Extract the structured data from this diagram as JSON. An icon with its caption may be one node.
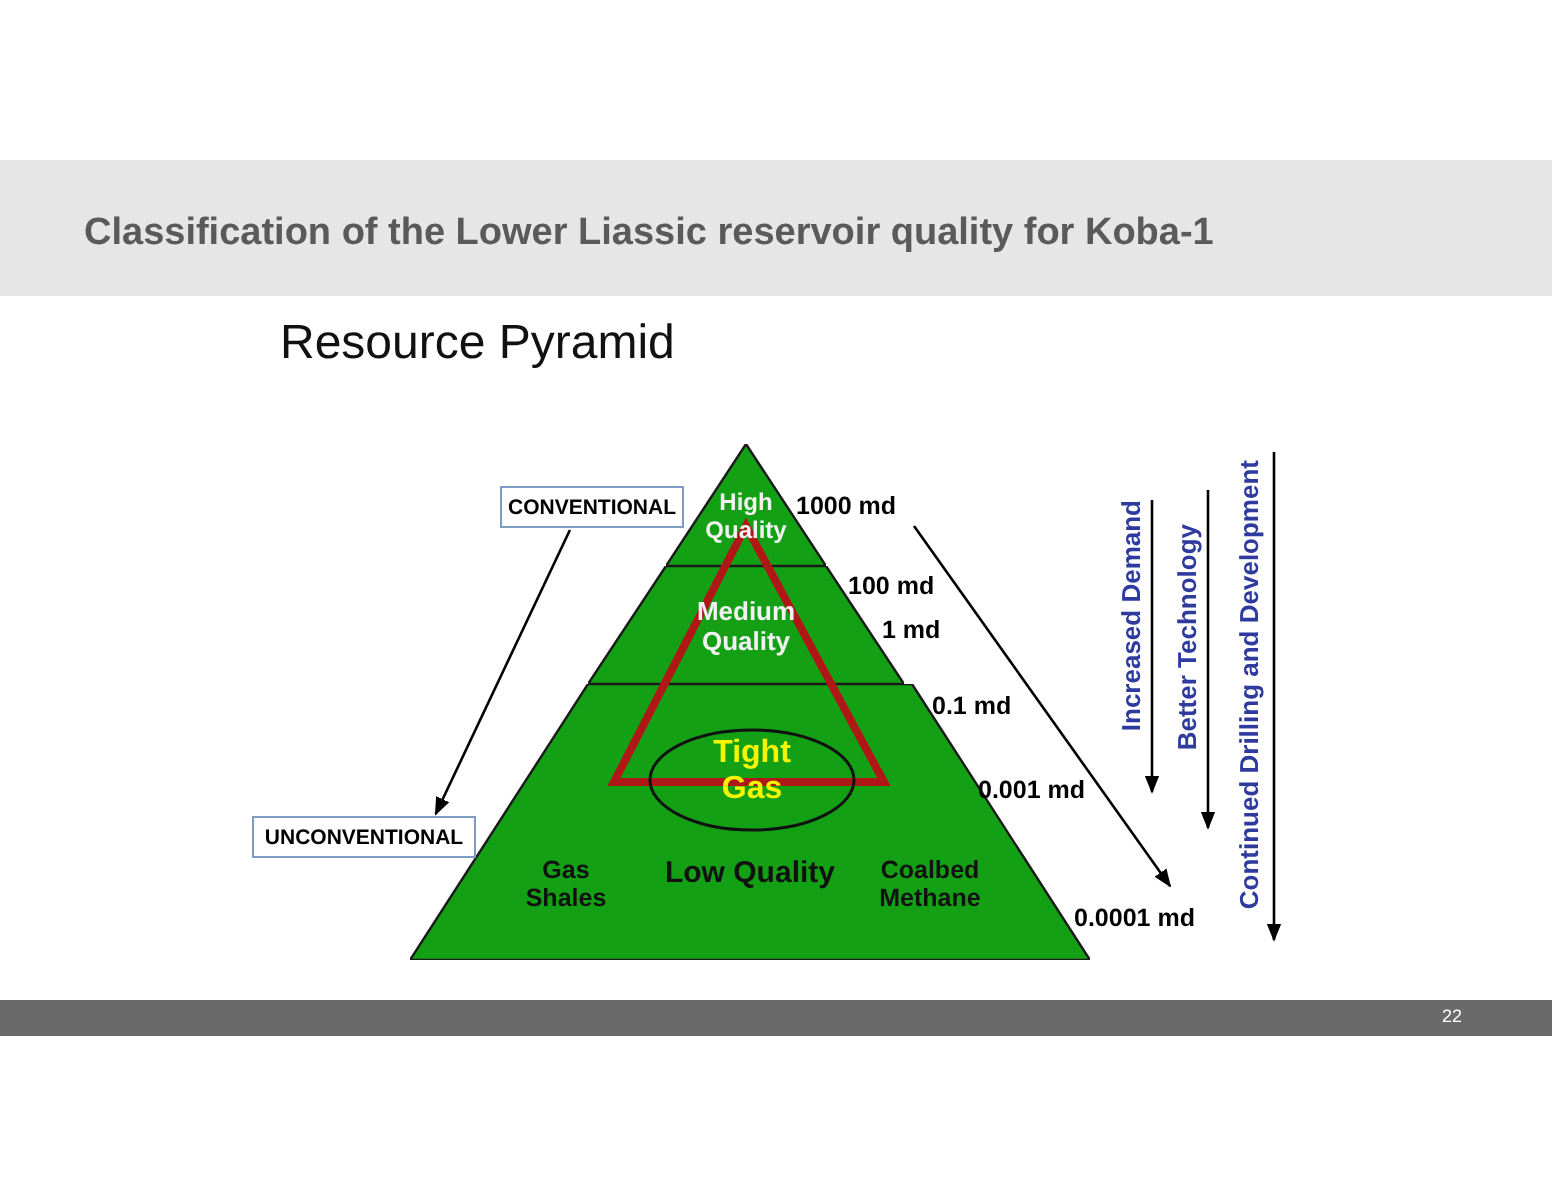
{
  "diagram": {
    "title": "Classification of the Lower Liassic reservoir quality for Koba-1",
    "nodes": [
      {
        "text": [
          "High Quality"
        ]
      },
      {
        "text": [
          "Medium Quality"
        ]
      },
      {
        "text": [
          "Gas Shales",
          "Low Quality",
          "Coalbed Methane"
        ]
      },
      {
        "text": [
          "Tight Gas"
        ],
        "in": 2
      },
      {
        "text": [
          "CONVENTIONAL"
        ]
      },
      {
        "text": [
          "UNCONVENTIONAL"
        ]
      }
    ],
    "edges": [
      {
        "from": 4,
        "to": 5,
        "arrow": "to"
      }
    ],
    "labels": [
      "Resource Pyramid",
      "1000 md",
      "100 md",
      "1 md",
      "0.1 md",
      "0.001 md",
      "0.0001 md",
      "Increased Demand",
      "Better Technology",
      "Continued Drilling and Development",
      "22"
    ]
  }
}
